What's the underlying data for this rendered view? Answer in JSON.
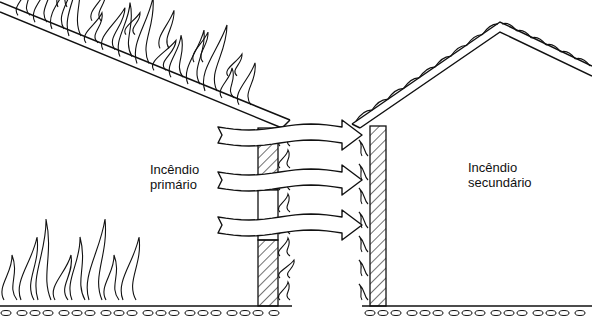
{
  "diagram": {
    "nodes": [
      {
        "text": [
          "Incêndio primário"
        ]
      },
      {
        "text": [
          "Incêndio secundário"
        ]
      }
    ],
    "edges": [
      {
        "from": 0,
        "to": 1,
        "arrow": "to"
      },
      {
        "from": 0,
        "to": 1,
        "arrow": "to"
      },
      {
        "from": 0,
        "to": 1,
        "arrow": "to"
      }
    ]
  }
}
